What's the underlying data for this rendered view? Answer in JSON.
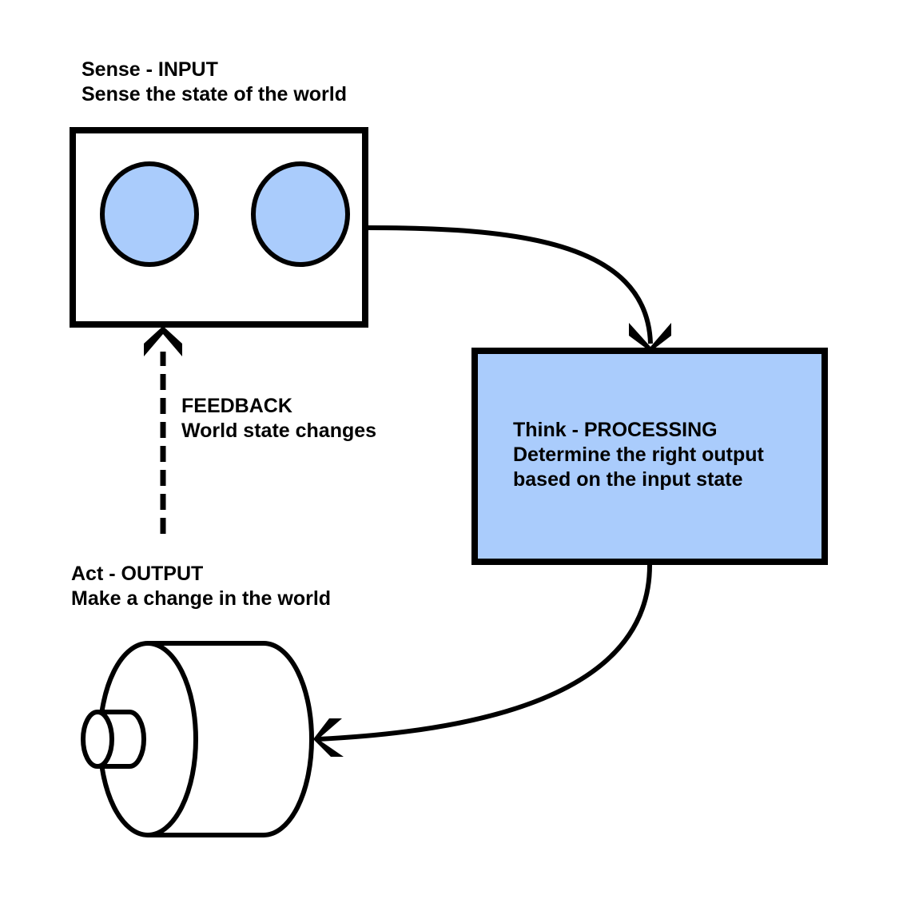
{
  "colors": {
    "stroke": "#000000",
    "fill_blue": "#aaccfc",
    "background": "#ffffff"
  },
  "sense": {
    "title": "Sense - INPUT",
    "subtitle": "Sense the state of the world",
    "icon": "sensor-eyes-icon"
  },
  "think": {
    "title": "Think - PROCESSING",
    "line1": "Determine the right output",
    "line2": "based on the input state"
  },
  "act": {
    "title": "Act - OUTPUT",
    "subtitle": "Make a change in the world",
    "icon": "motor-icon"
  },
  "feedback": {
    "title": "FEEDBACK",
    "subtitle": "World state changes"
  },
  "connections": [
    {
      "from": "sense",
      "to": "think",
      "style": "solid"
    },
    {
      "from": "think",
      "to": "act",
      "style": "solid"
    },
    {
      "from": "act",
      "to": "sense",
      "style": "dashed"
    }
  ]
}
